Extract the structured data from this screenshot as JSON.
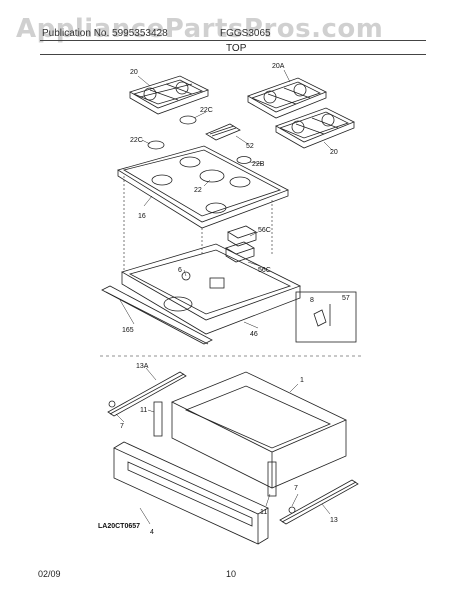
{
  "watermark": "AppliancePartsPros.com",
  "header": {
    "left": "Publication No. 5995353428",
    "model": "FGGS3065",
    "title": "TOP"
  },
  "callouts": {
    "c20a": "20",
    "c20A": "20A",
    "c22c_top": "22C",
    "c22c_left": "22C",
    "c52": "52",
    "c22b": "22B",
    "c20b": "20",
    "c22": "22",
    "c16": "16",
    "c56c_a": "56C",
    "c56c_b": "56C",
    "c6": "6",
    "c165": "165",
    "c46": "46",
    "c8": "8",
    "c57": "57",
    "c13A": "13A",
    "c1": "1",
    "c11a": "11",
    "c7a": "7",
    "c4": "4",
    "c11b": "11",
    "c7b": "7",
    "c13": "13"
  },
  "diagram_id": "LA20CT0657",
  "footer": {
    "date": "02/09",
    "page": "10"
  }
}
